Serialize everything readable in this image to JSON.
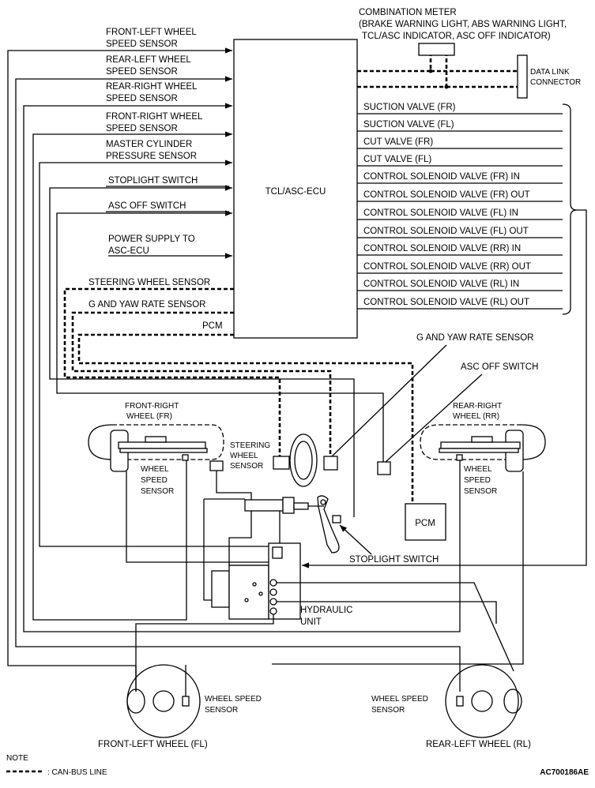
{
  "ecu_label": "TCL/ASC-ECU",
  "meter": {
    "title": "COMBINATION METER",
    "line1": "(BRAKE WARNING LIGHT, ABS WARNING LIGHT,",
    "line2": "TCL/ASC INDICATOR, ASC OFF INDICATOR)"
  },
  "data_link": {
    "line1": "DATA LINK",
    "line2": "CONNECTOR"
  },
  "inputs": [
    {
      "line1": "FRONT-LEFT WHEEL",
      "line2": "SPEED SENSOR"
    },
    {
      "line1": "REAR-LEFT WHEEL",
      "line2": "SPEED SENSOR"
    },
    {
      "line1": "REAR-RIGHT WHEEL",
      "line2": "SPEED SENSOR"
    },
    {
      "line1": "FRONT-RIGHT WHEEL",
      "line2": "SPEED SENSOR"
    },
    {
      "line1": "MASTER CYLINDER",
      "line2": "PRESSURE SENSOR"
    },
    {
      "line1": "STOPLIGHT SWITCH",
      "line2": ""
    },
    {
      "line1": "ASC OFF SWITCH",
      "line2": ""
    },
    {
      "line1": "POWER SUPPLY TO",
      "line2": "ASC-ECU"
    }
  ],
  "can_inputs": [
    "STEERING WHEEL SENSOR",
    "G AND YAW RATE SENSOR",
    "PCM"
  ],
  "outputs": [
    "SUCTION VALVE (FR)",
    "SUCTION VALVE (FL)",
    "CUT VALVE (FR)",
    "CUT VALVE (FL)",
    "CONTROL SOLENOID VALVE (FR) IN",
    "CONTROL SOLENOID VALVE (FR) OUT",
    "CONTROL SOLENOID VALVE (FL) IN",
    "CONTROL SOLENOID VALVE (FL) OUT",
    "CONTROL SOLENOID VALVE (RR) IN",
    "CONTROL SOLENOID VALVE (RR) OUT",
    "CONTROL SOLENOID VALVE (RL) IN",
    "CONTROL SOLENOID VALVE (RL) OUT"
  ],
  "components": {
    "g_yaw_sensor": "G AND YAW RATE SENSOR",
    "asc_off_switch": "ASC OFF SWITCH",
    "front_right_wheel": {
      "line1": "FRONT-RIGHT",
      "line2": "WHEEL (FR)"
    },
    "rear_right_wheel": {
      "line1": "REAR-RIGHT",
      "line2": "WHEEL (RR)"
    },
    "wheel_speed_sensor": {
      "line1": "WHEEL",
      "line2": "SPEED",
      "line3": "SENSOR"
    },
    "steering_wheel_sensor": {
      "line1": "STEERING",
      "line2": "WHEEL",
      "line3": "SENSOR"
    },
    "pcm": "PCM",
    "stoplight_switch": "STOPLIGHT SWITCH",
    "hydraulic_unit": {
      "line1": "HYDRAULIC",
      "line2": "UNIT"
    },
    "wheel_speed_sensor_2": {
      "line1": "WHEEL SPEED",
      "line2": "SENSOR"
    },
    "front_left_wheel": "FRONT-LEFT WHEEL (FL)",
    "rear_left_wheel": "REAR-LEFT WHEEL (RL)"
  },
  "note": {
    "title": "NOTE",
    "legend": ": CAN-BUS LINE"
  },
  "figure_id": "AC700186AE"
}
